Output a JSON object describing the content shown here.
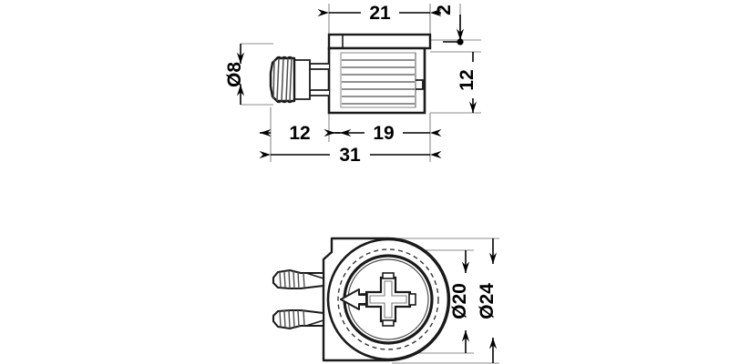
{
  "drawing": {
    "title": "Connector housing and cam technical drawing",
    "background_color": "#ffffff",
    "outline_color": "#1a1a1a",
    "detail_color": "#808080",
    "extension_line_color": "#8c8c8c",
    "text_color": "#000000",
    "views": [
      {
        "name": "side-elevation-view",
        "description": "Side elevation of connector housing with ribbed body and threaded dowel"
      },
      {
        "name": "plan-view",
        "description": "Plan view of circular cam with cross slot and direction arrow"
      }
    ],
    "dimensions": {
      "top_width": "21",
      "top_thickness": "2",
      "right_height": "12",
      "dowel_diameter": "Ø8",
      "dowel_length": "12",
      "body_length": "19",
      "overall_length": "31",
      "inner_circle_diameter": "Ø20",
      "outer_circle_diameter": "Ø24"
    }
  }
}
